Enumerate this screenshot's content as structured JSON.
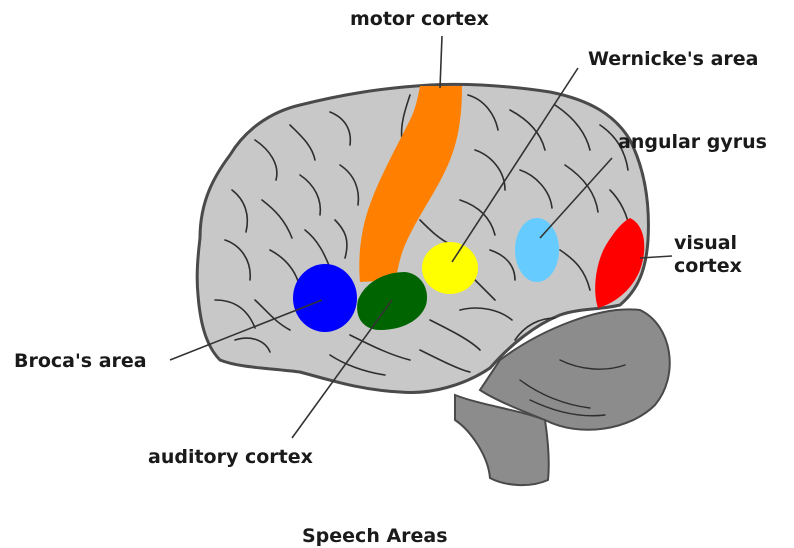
{
  "labels": {
    "motor_cortex": "motor cortex",
    "wernickes_area": "Wernicke's area",
    "angular_gyrus": "angular gyrus",
    "visual_cortex_line1": "visual",
    "visual_cortex_line2": "cortex",
    "brocas_area": "Broca's area",
    "auditory_cortex": "auditory cortex"
  },
  "caption": "Speech Areas",
  "colors": {
    "brain": "#c8c8c8",
    "brain_outline": "#4a4a4a",
    "cerebellum": "#8c8c8c",
    "brainstem": "#8c8c8c",
    "sulci": "#2e2e2e",
    "motor_cortex": "#ff8000",
    "wernickes_area": "#ffff00",
    "angular_gyrus": "#66ccff",
    "visual_cortex": "#ff0000",
    "brocas_area": "#0000ff",
    "auditory_cortex": "#006400",
    "pointer_line": "#333333"
  }
}
